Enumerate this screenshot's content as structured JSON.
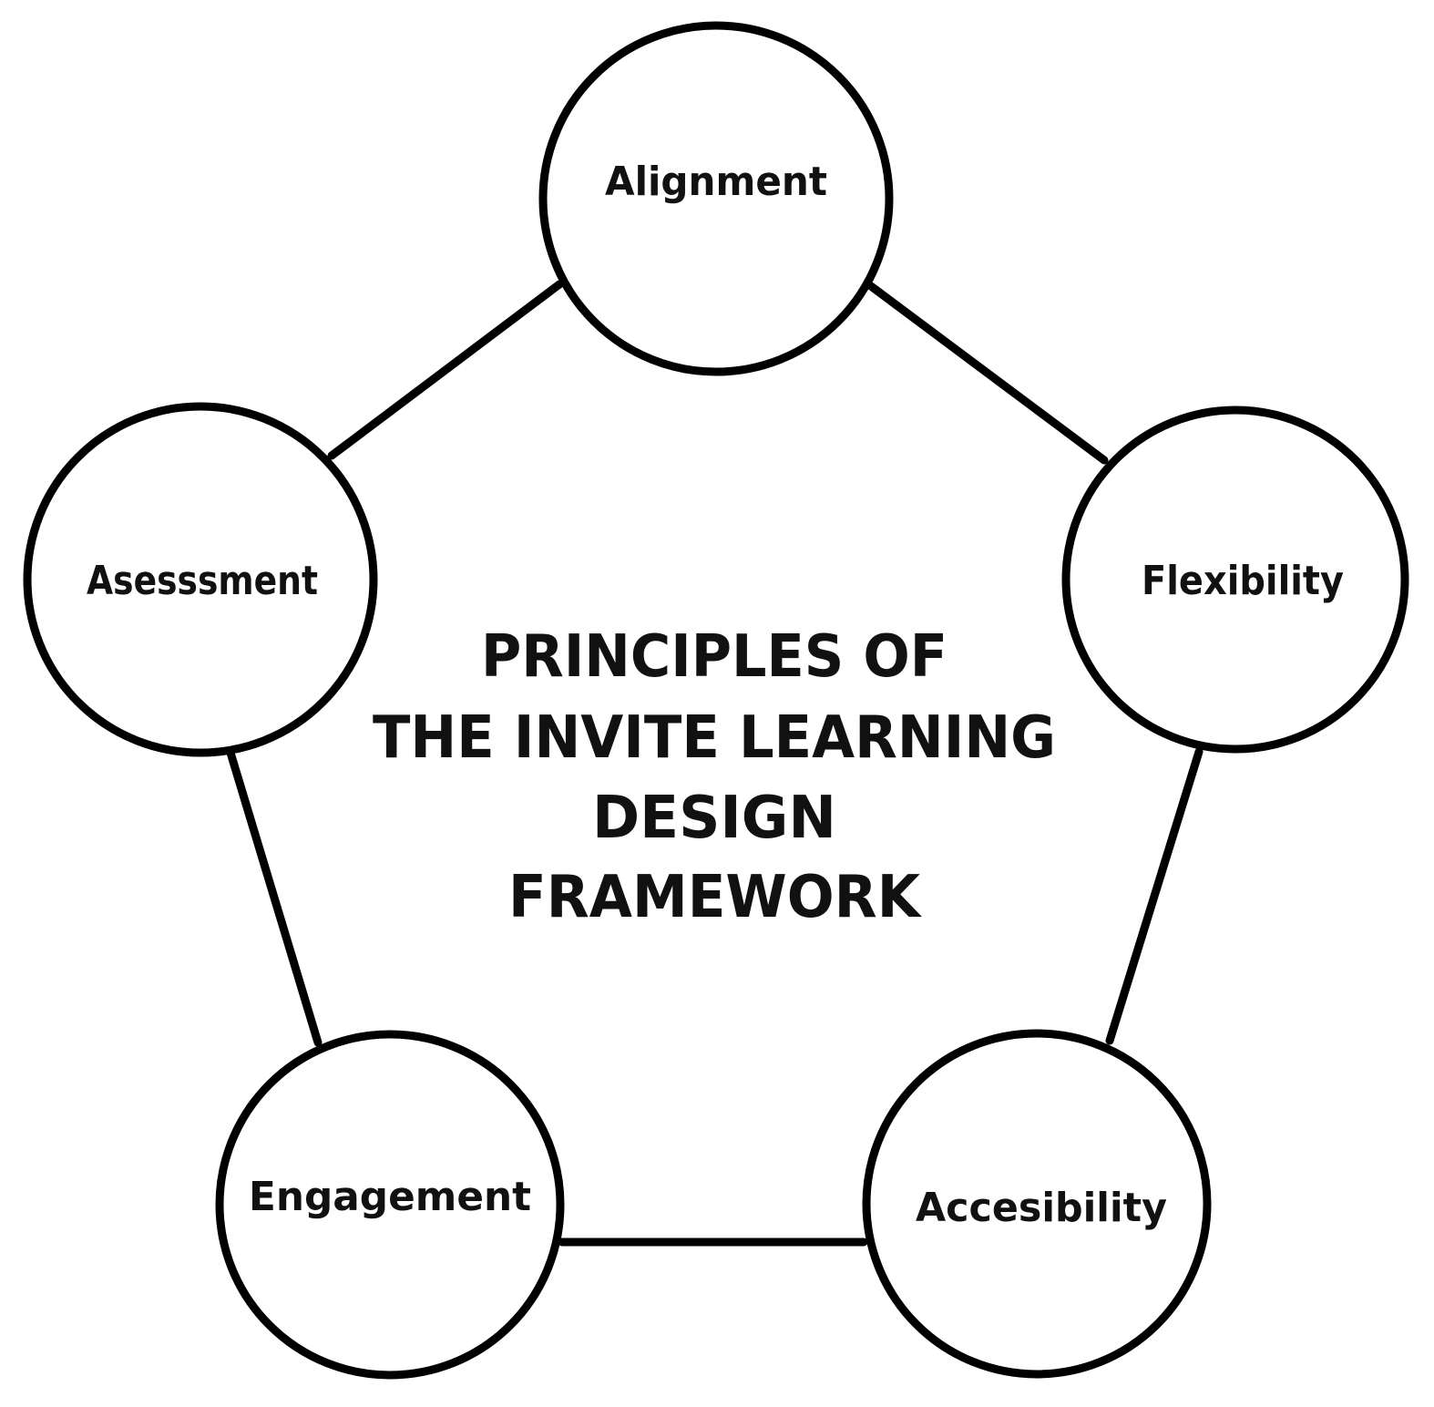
{
  "diagram": {
    "colors": {
      "stroke": "#000000",
      "fill": "#ffffff",
      "text": "#111111"
    },
    "center_title": {
      "line1": "PRINCIPLES OF",
      "line2": "THE INVITE LEARNING",
      "line3": "DESIGN",
      "line4": "FRAMEWORK"
    },
    "nodes": [
      {
        "label": "Alignment"
      },
      {
        "label": "Flexibility"
      },
      {
        "label": "Accesibility"
      },
      {
        "label": "Engagement"
      },
      {
        "label": "Asesssment"
      }
    ]
  }
}
